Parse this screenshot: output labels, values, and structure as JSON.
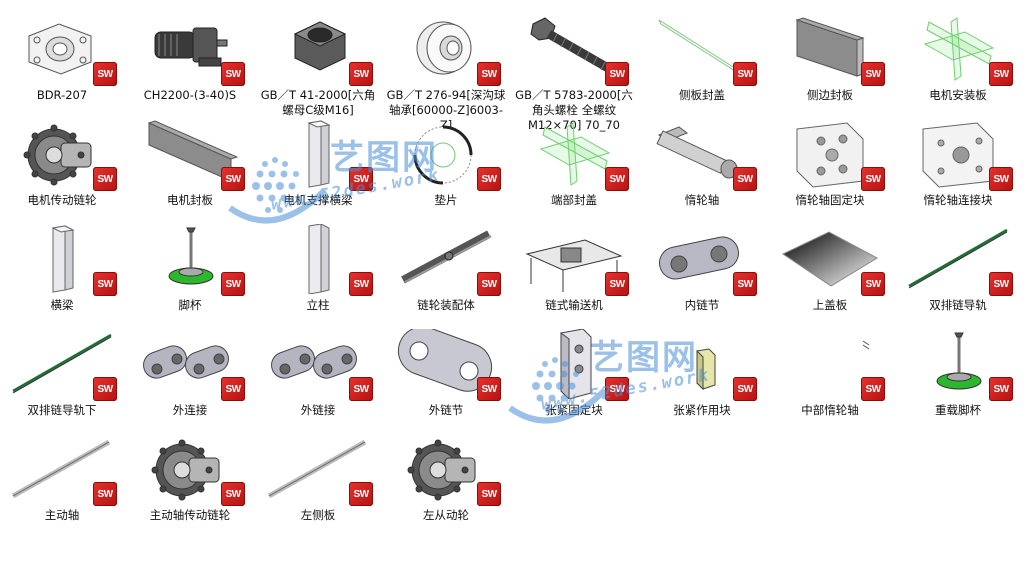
{
  "badge_text": "SW",
  "watermark": {
    "cn": "艺图网",
    "en": "www.52des.work"
  },
  "files": [
    {
      "label": "BDR-207",
      "icon": "flange-bearing-icon"
    },
    {
      "label": "CH2200-(3-40)S",
      "icon": "gear-motor-icon"
    },
    {
      "label": "GB／T 41-2000[六角螺母C级M16]",
      "icon": "hex-nut-icon"
    },
    {
      "label": "GB／T 276-94[深沟球轴承[60000-Z]6003-Z]",
      "icon": "ball-bearing-icon"
    },
    {
      "label": "GB／T 5783-2000[六角头螺栓 全螺纹M12×70] 70_70",
      "icon": "hex-bolt-icon"
    },
    {
      "label": "侧板封盖",
      "icon": "thin-plate-icon"
    },
    {
      "label": "侧边封板",
      "icon": "side-plate-icon"
    },
    {
      "label": "电机安装板",
      "icon": "reference-planes-icon"
    },
    {
      "label": "电机传动链轮",
      "icon": "sprocket-icon"
    },
    {
      "label": "电机封板",
      "icon": "long-plate-icon"
    },
    {
      "label": "电机支撑横梁",
      "icon": "beam-icon"
    },
    {
      "label": "垫片",
      "icon": "washer-icon"
    },
    {
      "label": "端部封盖",
      "icon": "reference-planes-icon"
    },
    {
      "label": "惰轮轴",
      "icon": "shaft-icon"
    },
    {
      "label": "惰轮轴固定块",
      "icon": "block-holes-icon"
    },
    {
      "label": "惰轮轴连接块",
      "icon": "block-hole-icon"
    },
    {
      "label": "横梁",
      "icon": "beam-icon"
    },
    {
      "label": "脚杯",
      "icon": "leveling-foot-icon"
    },
    {
      "label": "立柱",
      "icon": "column-icon"
    },
    {
      "label": "链轮装配体",
      "icon": "chain-assembly-icon"
    },
    {
      "label": "链式输送机",
      "icon": "conveyor-icon"
    },
    {
      "label": "内链节",
      "icon": "inner-link-icon"
    },
    {
      "label": "上盖板",
      "icon": "cover-plate-icon"
    },
    {
      "label": "双排链导轨",
      "icon": "rail-icon"
    },
    {
      "label": "双排链导轨下",
      "icon": "rail-icon"
    },
    {
      "label": "外连接",
      "icon": "outer-connector-icon"
    },
    {
      "label": "外链接",
      "icon": "outer-connector-icon"
    },
    {
      "label": "外链节",
      "icon": "outer-link-icon"
    },
    {
      "label": "张紧固定块",
      "icon": "tension-block-icon"
    },
    {
      "label": "张紧作用块",
      "icon": "small-block-icon"
    },
    {
      "label": "中部惰轮轴",
      "icon": "tiny-part-icon"
    },
    {
      "label": "重载脚杯",
      "icon": "leveling-foot-icon"
    },
    {
      "label": "主动轴",
      "icon": "long-shaft-icon"
    },
    {
      "label": "主动轴传动链轮",
      "icon": "sprocket-icon"
    },
    {
      "label": "左侧板",
      "icon": "long-shaft-icon"
    },
    {
      "label": "左从动轮",
      "icon": "sprocket-icon"
    }
  ]
}
